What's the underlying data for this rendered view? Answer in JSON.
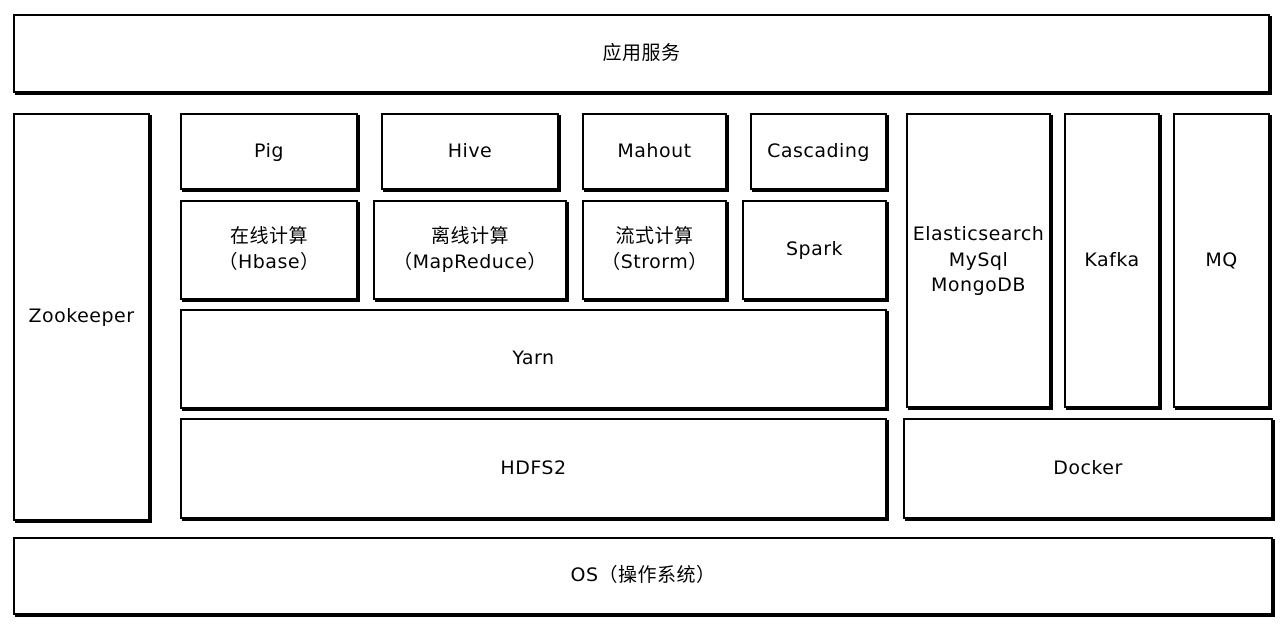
{
  "diagram": {
    "top": "应用服务",
    "left": "Zookeeper",
    "tools": [
      "Pig",
      "Hive",
      "Mahout",
      "Cascading"
    ],
    "compute": [
      {
        "title": "在线计算",
        "sub": "（Hbase）"
      },
      {
        "title": "离线计算",
        "sub": "（MapReduce）"
      },
      {
        "title": "流式计算",
        "sub": "（Strorm）"
      },
      {
        "title": "Spark",
        "sub": ""
      }
    ],
    "yarn": "Yarn",
    "hdfs": "HDFS2",
    "storage": [
      "Elasticsearch",
      "MySql",
      "MongoDB"
    ],
    "kafka": "Kafka",
    "mq": "MQ",
    "docker": "Docker",
    "os": "OS（操作系统）"
  }
}
